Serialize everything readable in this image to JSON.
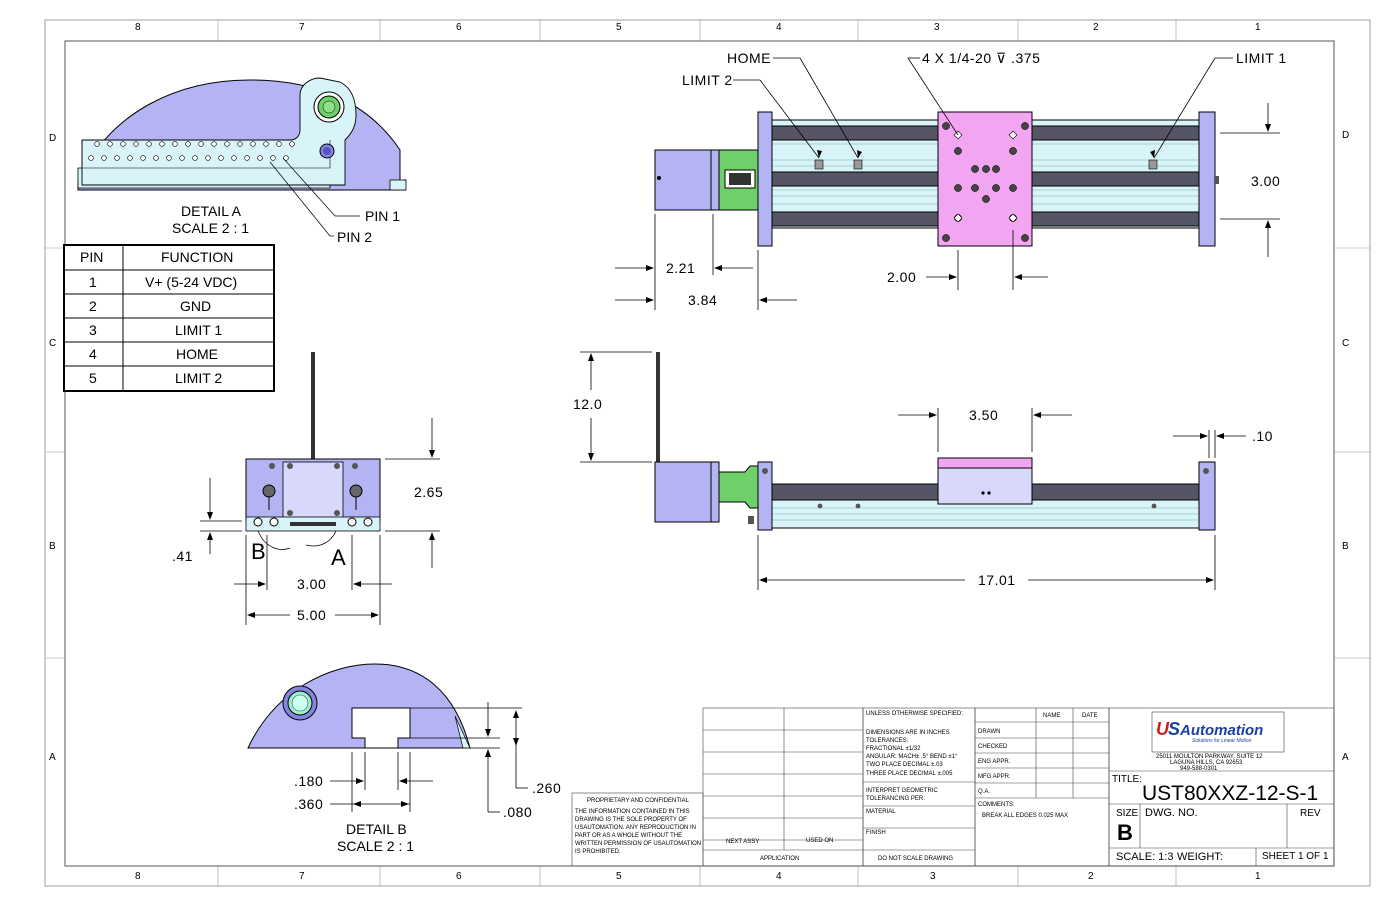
{
  "zones": {
    "columns": [
      "8",
      "7",
      "6",
      "5",
      "4",
      "3",
      "2",
      "1"
    ],
    "rows": [
      "D",
      "C",
      "B",
      "A"
    ]
  },
  "detail_a": {
    "title": "DETAIL A",
    "scale": "SCALE 2 : 1",
    "pin1": "PIN 1",
    "pin2": "PIN 2"
  },
  "detail_b": {
    "title": "DETAIL B",
    "scale": "SCALE 2 : 1",
    "dims": [
      ".180",
      ".360",
      ".260",
      ".080"
    ]
  },
  "pin_table": {
    "headers": [
      "PIN",
      "FUNCTION"
    ],
    "rows": [
      [
        "1",
        "V+ (5-24 VDC)"
      ],
      [
        "2",
        "GND"
      ],
      [
        "3",
        "LIMIT 1"
      ],
      [
        "4",
        "HOME"
      ],
      [
        "5",
        "LIMIT 2"
      ]
    ]
  },
  "top_view": {
    "home": "HOME",
    "limit2": "LIMIT 2",
    "limit1": "LIMIT 1",
    "holes": "4 X 1/4-20 ⊽ .375",
    "dims": [
      "3.00",
      "2.21",
      "3.84",
      "2.00"
    ]
  },
  "side_view": {
    "dims": [
      "12.0",
      "3.50",
      ".10",
      "17.01"
    ]
  },
  "end_view": {
    "dims": [
      "2.65",
      ".41",
      "3.00",
      "5.00"
    ],
    "label_b": "B",
    "label_a": "A"
  },
  "title_block": {
    "proprietary_title": "PROPRIETARY AND CONFIDENTIAL",
    "proprietary_text": [
      "THE INFORMATION CONTAINED IN THIS",
      "DRAWING IS THE SOLE PROPERTY OF",
      "USAUTOMATION. ANY REPRODUCTION IN",
      "PART OR AS A WHOLE WITHOUT THE",
      "WRITTEN PERMISSION OF USAUTOMATION",
      "IS PROHIBITED."
    ],
    "next_assy": "NEXT ASSY",
    "used_on": "USED ON",
    "application": "APPLICATION",
    "unless": "UNLESS OTHERWISE SPECIFIED:",
    "tolerances": [
      "DIMENSIONS ARE IN INCHES",
      "TOLERANCES:",
      "FRACTIONAL ±1/32",
      "ANGULAR: MACH± .5° BEND ±1°",
      "TWO PLACE DECIMAL ±.03",
      "THREE PLACE DECIMAL ±.005"
    ],
    "interpret": [
      "INTERPRET GEOMETRIC",
      "TOLERANCING PER:"
    ],
    "material": "MATERIAL",
    "finish": "FINISH",
    "do_not_scale": "DO NOT SCALE DRAWING",
    "name_col": "NAME",
    "date_col": "DATE",
    "roles": [
      "DRAWN",
      "CHECKED",
      "ENG APPR.",
      "MFG APPR.",
      "Q.A."
    ],
    "comments_label": "COMMENTS:",
    "comments": "BREAK ALL EDGES 0.025 MAX",
    "company": "USAutomation",
    "company_u": "U",
    "company_s": "S",
    "company_rest": "Automation",
    "tagline": "Solutions for Linear Motion",
    "address": [
      "25011 MOULTON PARKWAY, SUITE 12",
      "LAGUNA HILLS, CA 92653",
      "949-588-0301"
    ],
    "title_label": "TITLE:",
    "title": "UST80XXZ-12-S-1",
    "size_label": "SIZE",
    "size": "B",
    "dwg_label": "DWG.  NO.",
    "rev_label": "REV",
    "scale": "SCALE: 1:3",
    "weight": "WEIGHT:",
    "sheet": "SHEET 1 OF 1"
  },
  "colors": {
    "purple": "#b4b4f5",
    "pink": "#f2a6f2",
    "green": "#6fd06a",
    "cyan": "#d8f4f8",
    "steel": "#555566",
    "logo_red": "#d11a1a",
    "logo_blue": "#1a3fa8"
  }
}
